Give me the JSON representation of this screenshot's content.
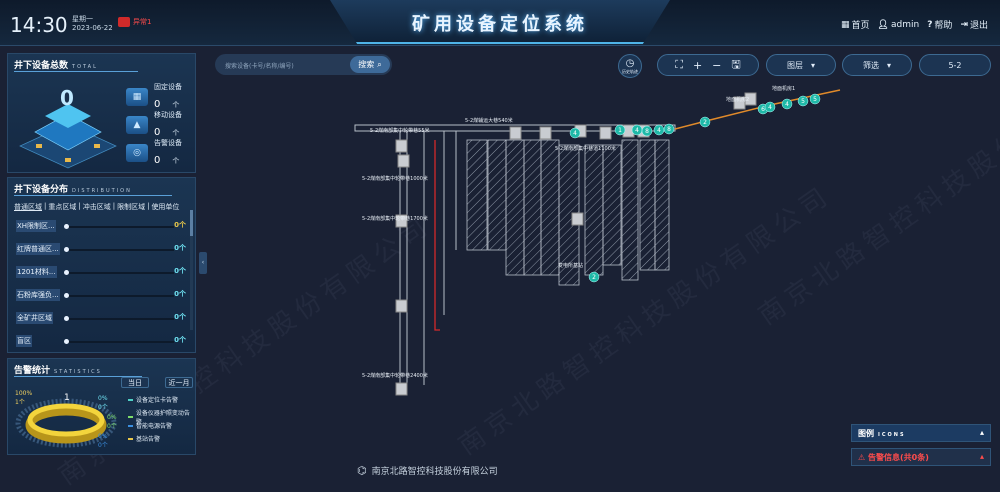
{
  "header": {
    "time": "14:30",
    "weekday": "星期一",
    "date": "2023-06-22",
    "alarm_label": "异常1",
    "title": "矿用设备定位系统",
    "nav": [
      {
        "icon": "grid-icon",
        "label": "首页"
      },
      {
        "icon": "user-icon",
        "label": "admin"
      },
      {
        "icon": "help-icon",
        "label": "帮助"
      },
      {
        "icon": "logout-icon",
        "label": "退出"
      }
    ]
  },
  "total_panel": {
    "title": "井下设备总数",
    "subtitle": "TOTAL",
    "total": "0",
    "stats": [
      {
        "label": "固定设备",
        "value": "0",
        "unit": "个"
      },
      {
        "label": "移动设备",
        "value": "0",
        "unit": "个"
      },
      {
        "label": "告警设备",
        "value": "0",
        "unit": "个"
      }
    ]
  },
  "distribution_panel": {
    "title": "井下设备分布",
    "subtitle": "DISTRIBUTION",
    "tabs": [
      "普通区域",
      "重点区域",
      "冲击区域",
      "限制区域",
      "使用单位"
    ],
    "rows": [
      {
        "name": "XH限制区...",
        "value": "0个"
      },
      {
        "name": "红牌普通区...",
        "value": "0个"
      },
      {
        "name": "1201材料...",
        "value": "0个"
      },
      {
        "name": "石粉库强负...",
        "value": "0个"
      },
      {
        "name": "全矿井区域",
        "value": "0个"
      },
      {
        "name": "盲区",
        "value": "0个"
      }
    ]
  },
  "alarm_panel": {
    "title": "告警统计",
    "subtitle": "STATISTICS",
    "tabs": [
      "当日",
      "近一月"
    ],
    "center_value": "1",
    "ring_labels": [
      {
        "pct": "100%",
        "count": "1个"
      },
      {
        "pct": "0%",
        "count": "0个"
      },
      {
        "pct": "0%",
        "count": "0个"
      },
      {
        "pct": "0%",
        "count": "0个"
      }
    ],
    "legend": [
      {
        "label": "设备定位卡告警",
        "color": "#4fd0c6"
      },
      {
        "label": "设备仪器护照变动告警",
        "color": "#7ddc6a"
      },
      {
        "label": "智能电源告警",
        "color": "#3b8fe0"
      },
      {
        "label": "基站告警",
        "color": "#e8c74a"
      }
    ]
  },
  "toolbar": {
    "search_placeholder": "搜索设备(卡号/名称/编号)",
    "search_label": "搜索",
    "history_label": "历史轨迹",
    "layer_label": "图层",
    "filter_label": "筛选",
    "area_label": "5-2"
  },
  "map": {
    "labels": [
      "5-2煤南部集中轮带巷55米",
      "5-2煤辅运大巷540米",
      "5-2煤南部集中巷道1100米",
      "5-2煤南部集中轮带巷1000米",
      "5-2煤南部集中轮带巷1700米",
      "5-2煤南部集中轮带巷2400米",
      "变电所基站",
      "地面机房2",
      "地面机房1"
    ],
    "markers": [
      "4",
      "1",
      "4",
      "8",
      "4",
      "8",
      "2",
      "6",
      "4",
      "4",
      "5",
      "5",
      "2"
    ]
  },
  "right_panels": {
    "legend_title": "图例",
    "legend_subtitle": "ICONS",
    "alarm_info": "告警信息(共0条)"
  },
  "footer": {
    "company": "南京北路智控科技股份有限公司"
  },
  "watermark": "南京北路智控科技股份有限公司"
}
